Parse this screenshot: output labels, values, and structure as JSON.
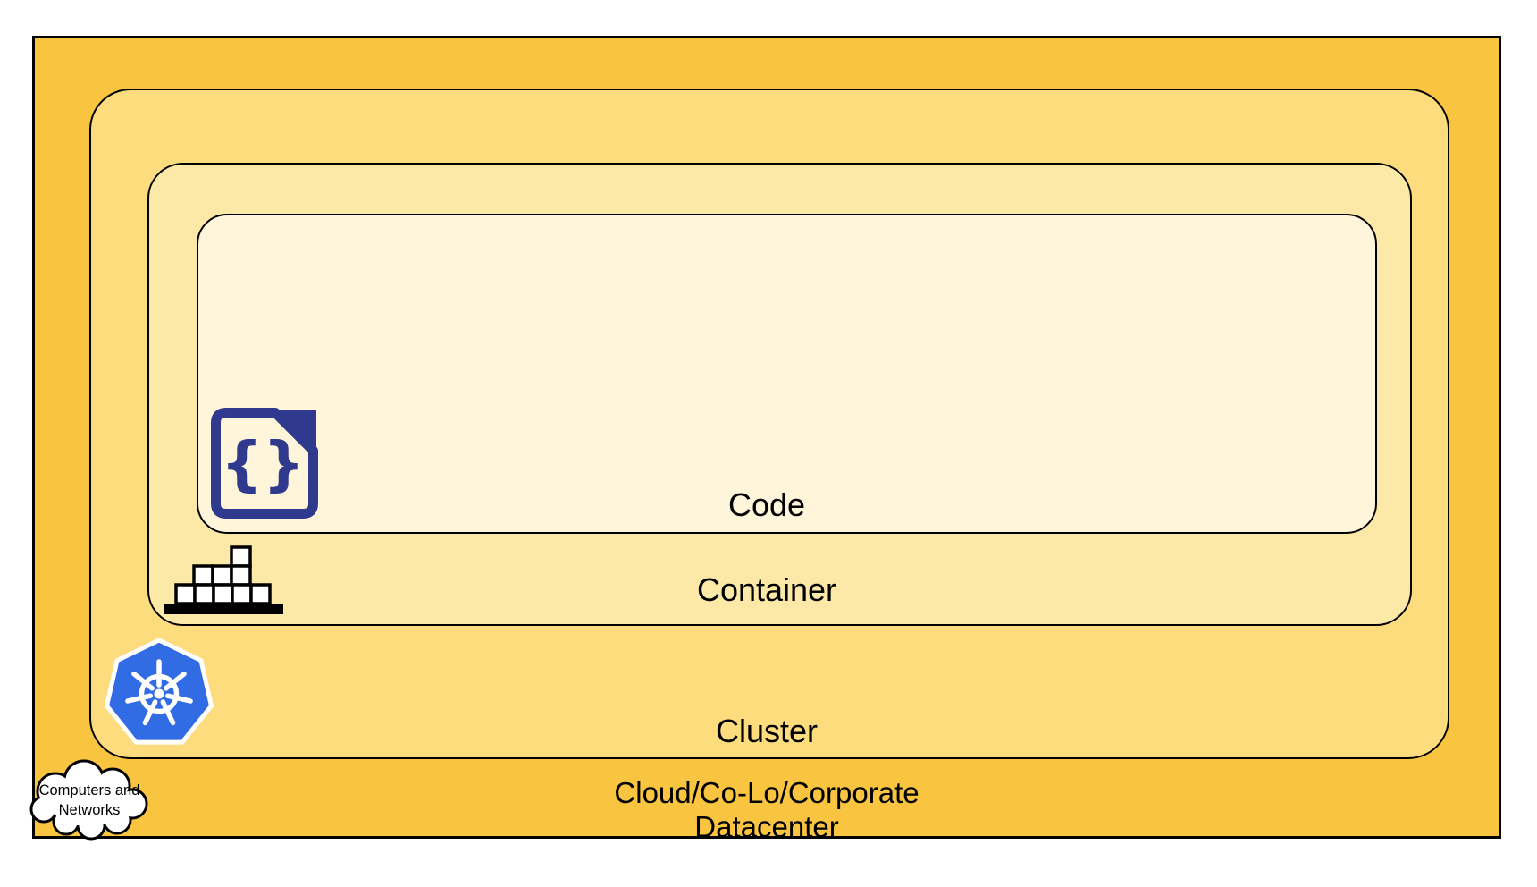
{
  "diagram": {
    "type": "nested-layers",
    "layers": {
      "datacenter": {
        "label_line1": "Cloud/Co-Lo/Corporate",
        "label_line2": "Datacenter",
        "fill": "#F9C440"
      },
      "cluster": {
        "label": "Cluster",
        "fill": "#FDDC7D",
        "icon": "kubernetes-helm-wheel"
      },
      "container": {
        "label": "Container",
        "fill": "#FCE9A8",
        "icon": "stacked-shipping-containers"
      },
      "code": {
        "label": "Code",
        "fill": "#FEF5DA",
        "icon": "code-file-braces"
      }
    },
    "cloud_callout": {
      "line1": "Computers and",
      "line2": "Networks"
    },
    "code_icon_glyph": "{}"
  },
  "colors": {
    "layer_datacenter": "#F9C440",
    "layer_cluster": "#FDDC7D",
    "layer_container": "#FCE9A8",
    "layer_code": "#FEF5DA",
    "kubernetes_blue": "#326CE5",
    "code_icon_indigo": "#2F3A8F",
    "icon_black": "#000000"
  }
}
